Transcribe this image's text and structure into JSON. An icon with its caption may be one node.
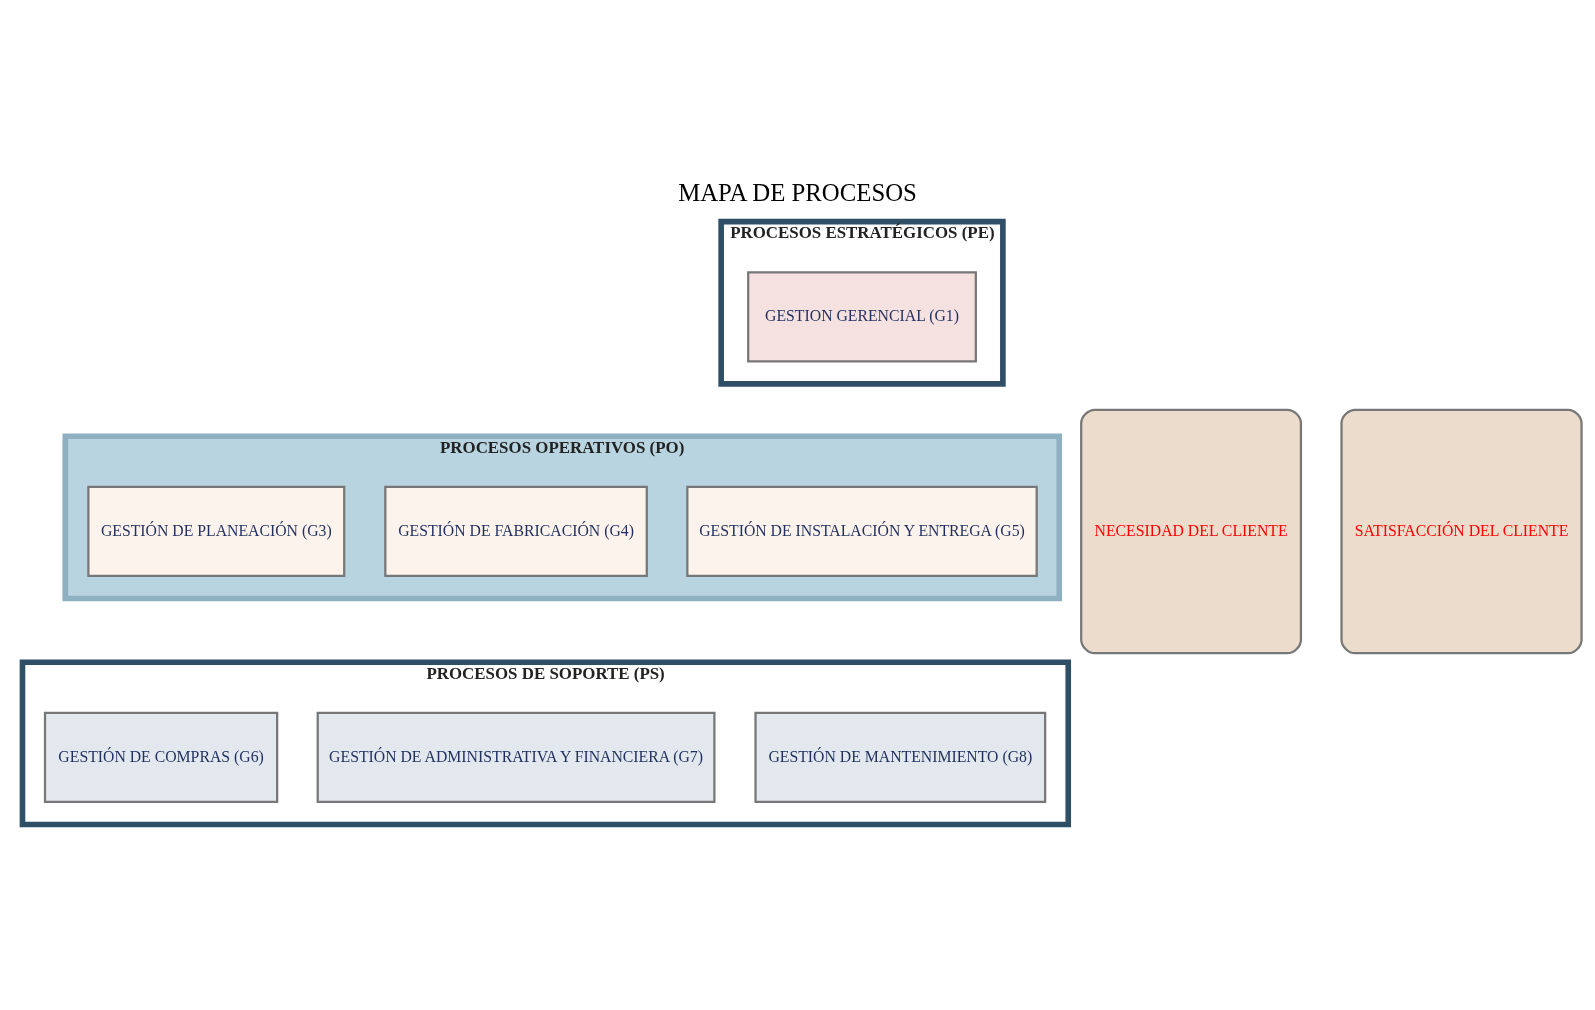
{
  "diagram": {
    "title": "MAPA DE PROCESOS",
    "nodes": [
      {
        "text": [
          "PROCESOS ESTRATÉGICOS (PE)"
        ]
      },
      {
        "text": [
          "GESTION GERENCIAL (G1)"
        ],
        "in": 0
      },
      {
        "text": [
          "PROCESOS OPERATIVOS (PO)"
        ]
      },
      {
        "text": [
          "GESTIÓN DE PLANEACIÓN (G3)"
        ],
        "in": 2
      },
      {
        "text": [
          "GESTIÓN DE FABRICACIÓN (G4)"
        ],
        "in": 2
      },
      {
        "text": [
          "GESTIÓN DE INSTALACIÓN Y ENTREGA (G5)"
        ],
        "in": 2
      },
      {
        "text": [
          "PROCESOS DE SOPORTE (PS)"
        ]
      },
      {
        "text": [
          "GESTIÓN DE COMPRAS (G6)"
        ],
        "in": 6
      },
      {
        "text": [
          "GESTIÓN DE ADMINISTRATIVA Y FINANCIERA (G7)"
        ],
        "in": 6
      },
      {
        "text": [
          "GESTIÓN DE MANTENIMIENTO (G8)"
        ],
        "in": 6
      },
      {
        "text": [
          "NECESIDAD DEL CLIENTE"
        ]
      },
      {
        "text": [
          "SATISFACCIÓN DEL CLIENTE"
        ]
      }
    ]
  }
}
